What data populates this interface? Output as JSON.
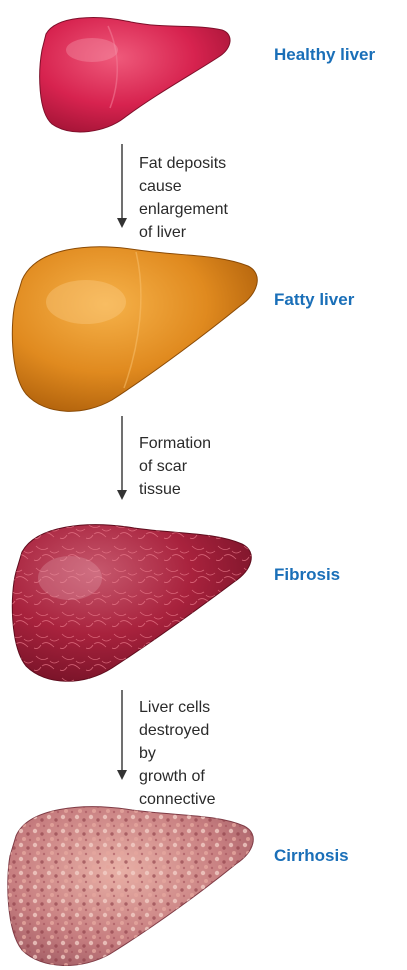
{
  "stages": [
    {
      "label": "Healthy liver",
      "color": "#d7234f",
      "texture": "smooth"
    },
    {
      "label": "Fatty liver",
      "color": "#e08a1f",
      "texture": "smooth"
    },
    {
      "label": "Fibrosis",
      "color": "#a8223d",
      "texture": "fibrous"
    },
    {
      "label": "Cirrhosis",
      "color": "#c77e80",
      "texture": "nodular"
    }
  ],
  "steps": [
    {
      "text": "Fat deposits cause\nenlargement of liver"
    },
    {
      "text": "Formation of scar\ntissue"
    },
    {
      "text": "Liver cells destroyed by\ngrowth of connective\ntissue"
    }
  ],
  "colors": {
    "label": "#1a6fb8",
    "arrow": "#333333",
    "text": "#2a2a2a"
  }
}
